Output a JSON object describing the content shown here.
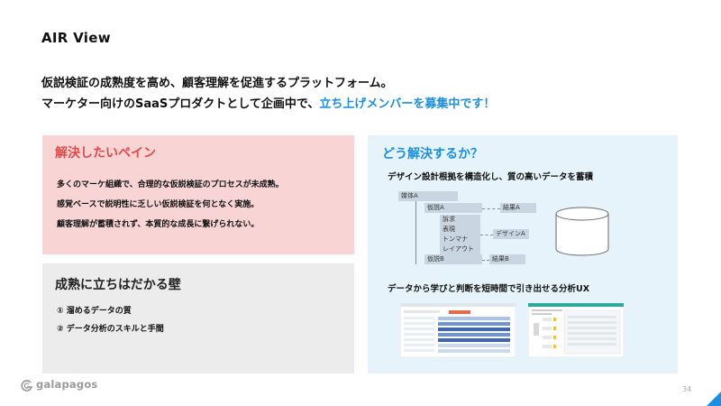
{
  "title": "AIR View",
  "lead": {
    "line1": "仮説検証の成熟度を高め、顧客理解を促進するプラットフォーム。",
    "line2_prefix": "マーケター向けのSaaSプロダクトとして企画中で、",
    "line2_accent": "立ち上げメンバーを募集中です！"
  },
  "pain": {
    "title": "解決したいペイン",
    "items": [
      "多くのマーケ組織で、合理的な仮説検証のプロセスが未成熟。",
      "感覚ベースで説明性に乏しい仮説検証を何となく実施。",
      "顧客理解が蓄積されず、本質的な成長に繋げられない。"
    ]
  },
  "wall": {
    "title": "成熟に立ちはだかる壁",
    "items": [
      "① 溜めるデータの質",
      "② データ分析のスキルと手間"
    ]
  },
  "solve": {
    "title": "どう解決するか？",
    "sub1": "デザイン設計根拠を構造化し、質の高いデータを蓄積",
    "sub2": "データから学びと判断を短時間で引き出せる分析UX",
    "diagram": {
      "medium": "媒体A",
      "hypo_a": "仮説A",
      "result_a": "結果A",
      "appeal": "訴求",
      "expression": "表現",
      "tone": "トンマナ",
      "layout": "レイアウト",
      "design_a": "デザインA",
      "hypo_b": "仮説B",
      "result_b": "結果B"
    }
  },
  "footer": {
    "logo": "galapagos",
    "page": "34"
  },
  "colors": {
    "accent": "#1a8fe3",
    "pain_title": "#e24a4a",
    "pain_bg": "#f8d4d4",
    "wall_bg": "#ececec",
    "solve_bg": "#e6f3fb"
  }
}
